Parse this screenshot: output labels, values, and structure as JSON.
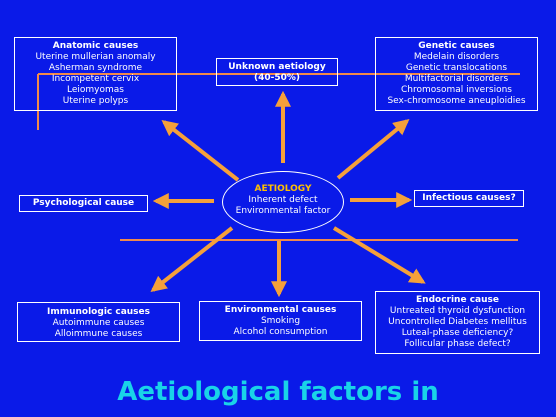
{
  "center": {
    "title": "AETIOLOGY",
    "lines": [
      "Inherent defect",
      "Environmental factor"
    ]
  },
  "anatomic": {
    "title": "Anatomic causes",
    "lines": [
      "Uterine mullerian anomaly",
      "Asherman syndrome",
      "Incompetent cervix",
      "Leiomyomas",
      "Uterine polyps"
    ]
  },
  "unknown": {
    "lines": [
      "Unknown aetiology",
      "(40-50%)"
    ]
  },
  "genetic": {
    "title": "Genetic causes",
    "lines": [
      "Medelain disorders",
      "Genetic translocations",
      "Multifactorial disorders",
      "Chromosomal inversions",
      "Sex-chromosome aneuploidies"
    ]
  },
  "psychological": {
    "title": "Psychological cause"
  },
  "infectious": {
    "title": "Infectious causes?"
  },
  "immunologic": {
    "title": "Immunologic causes",
    "lines": [
      "Autoimmune causes",
      "Alloimmune causes"
    ]
  },
  "environmental": {
    "title": "Environmental causes",
    "lines": [
      "Smoking",
      "Alcohol consumption"
    ]
  },
  "endocrine": {
    "title": "Endocrine cause",
    "lines": [
      "Untreated thyroid dysfunction",
      "Uncontrolled Diabetes mellitus",
      "Luteal-phase deficiency?",
      "Follicular phase defect?"
    ]
  },
  "slide_title": "Aetiological factors in",
  "colors": {
    "background": "#0A1AE8",
    "arrow": "#F5A03A",
    "rule": "#F08A4B",
    "title": "#19D3E8"
  }
}
